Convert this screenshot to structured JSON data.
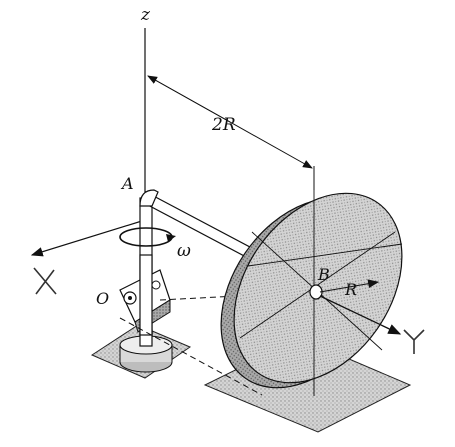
{
  "labels": {
    "z": "z",
    "dimension": "2R",
    "A": "A",
    "omega": "ω",
    "O": "O",
    "B": "B",
    "R": "R",
    "X": "X",
    "Y": "Y"
  },
  "colors": {
    "ink": "#111111",
    "shade": "#c9c9c9",
    "dark_shade": "#9e9e9e",
    "background": "#ffffff"
  }
}
